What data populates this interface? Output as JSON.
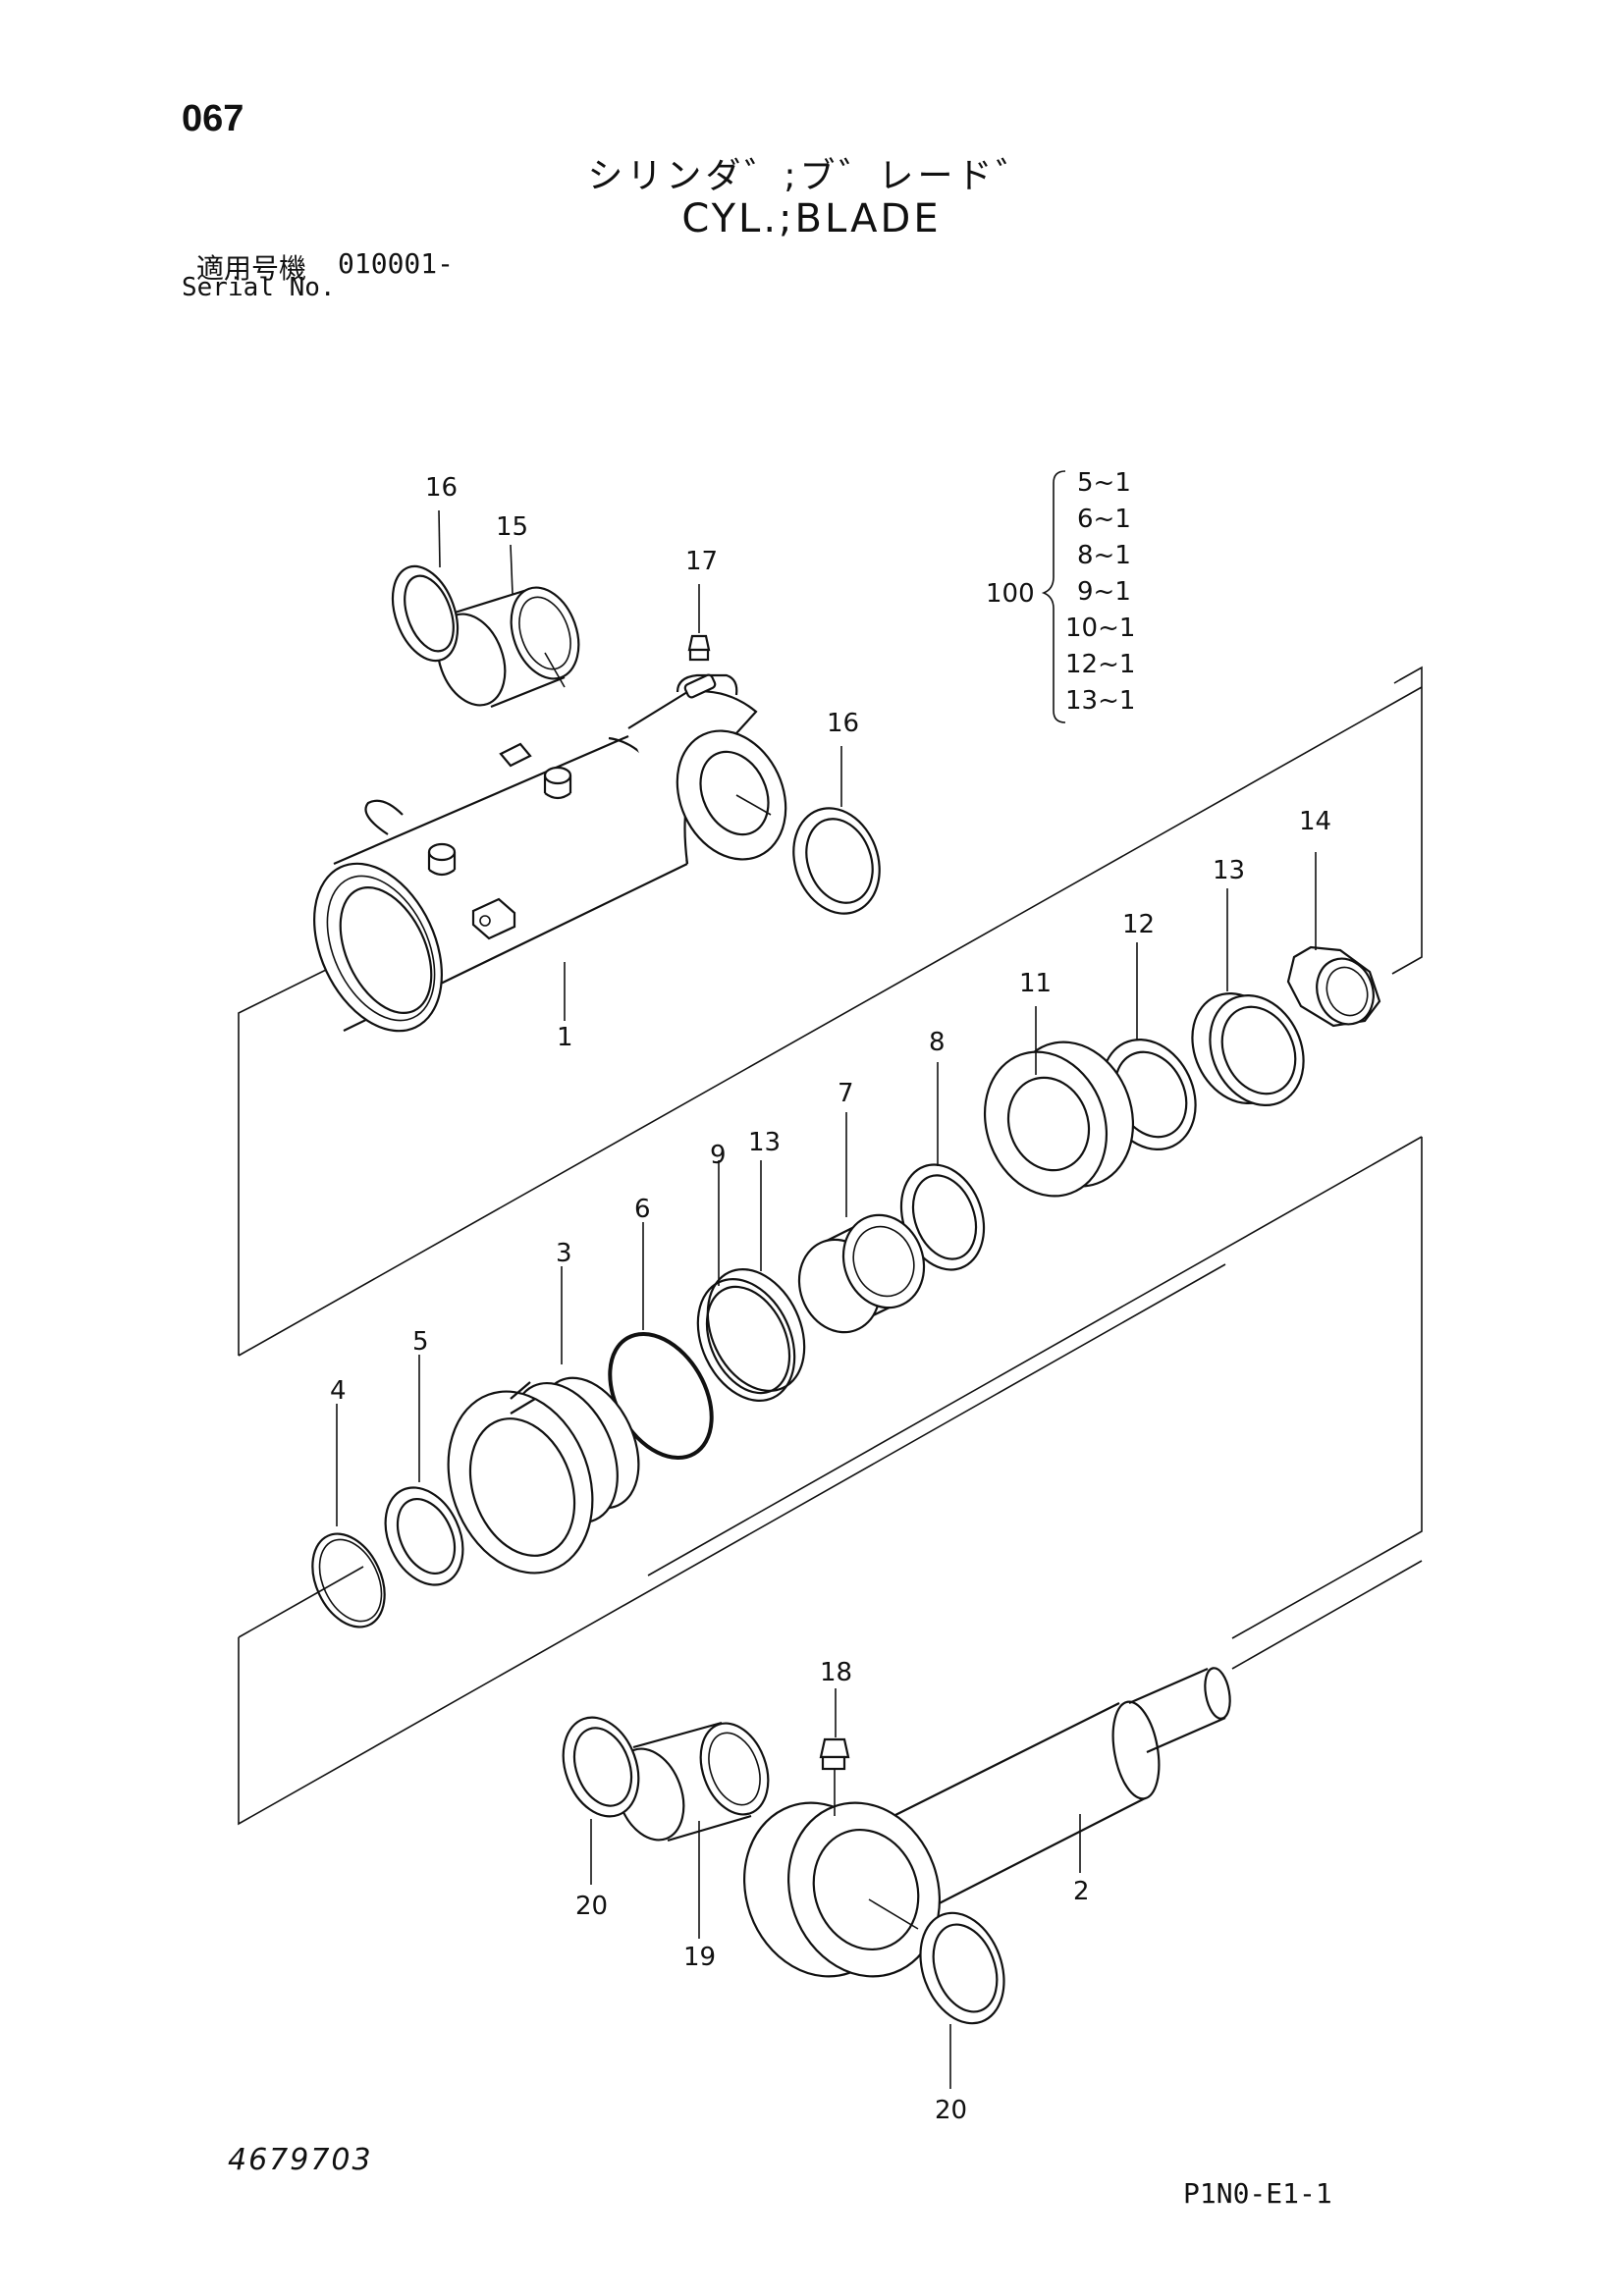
{
  "header": {
    "page_number": "067",
    "title_jp": "シリンダ゛;ブ゛レード゛",
    "title_en": "CYL.;BLADE",
    "serial_label_jp": "適用号機",
    "serial_value": "010001-",
    "serial_label_en": "Serial No."
  },
  "kit": {
    "number": "100",
    "items": [
      "5~1",
      "6~1",
      "8~1",
      "9~1",
      "10~1",
      "12~1",
      "13~1"
    ]
  },
  "callouts": {
    "p1": "1",
    "p2": "2",
    "p3": "3",
    "p4": "4",
    "p5": "5",
    "p6": "6",
    "p7": "7",
    "p8": "8",
    "p9": "9",
    "p11": "11",
    "p12": "12",
    "p13a": "13",
    "p13b": "13",
    "p14": "14",
    "p15": "15",
    "p16a": "16",
    "p16b": "16",
    "p17": "17",
    "p18": "18",
    "p19": "19",
    "p20a": "20",
    "p20b": "20"
  },
  "footer": {
    "document_number": "4679703",
    "sheet_code": "P1N0-E1-1"
  }
}
